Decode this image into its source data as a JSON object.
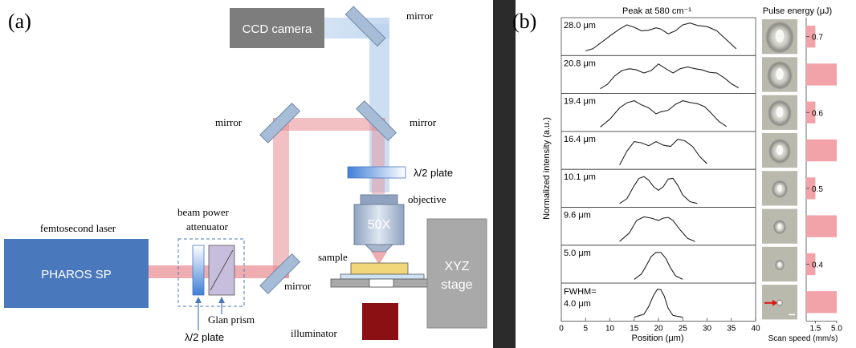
{
  "panel_a": {
    "label": "(a)",
    "laser_name": "femtosecond laser",
    "laser_model": "PHAROS SP",
    "attenuator_label_1": "beam power",
    "attenuator_label_2": "attenuator",
    "glan_prism": "Glan prism",
    "half_wave_bottom": "λ/2 plate",
    "mirror_left": "mirror",
    "mirror_right": "mirror",
    "mirror_top": "mirror",
    "mirror_bottom": "mirror",
    "ccd": "CCD camera",
    "half_wave_right": "λ/2 plate",
    "objective_label": "objective",
    "objective_mag": "50X",
    "sample": "sample",
    "stage_1": "XYZ",
    "stage_2": "stage",
    "illuminator": "illuminator",
    "colors": {
      "laser": "#4a78bd",
      "beam": "#e88a92",
      "ccd": "#7d7d7d",
      "optic": "#a7bcd6",
      "stage": "#a9a9a9",
      "illum": "#8b1014",
      "sample": "#f2d77a"
    }
  },
  "panel_b": {
    "label": "(b)",
    "peak_title": "Peak at 580 cm⁻¹",
    "ylabel": "Normalized intensity (a.u.)",
    "xlabel": "Position (μm)",
    "pulse_title": "Pulse energy (μJ)",
    "scan_label": "Scan speed (mm/s)",
    "fwhm_prefix": "FWHM="
  },
  "chart_data": {
    "type": "line",
    "title": "Peak at 580 cm⁻¹",
    "xlabel": "Position (μm)",
    "ylabel": "Normalized intensity (a.u.)",
    "xlim": [
      0,
      40
    ],
    "x_ticks": [
      "0",
      "5",
      "10",
      "15",
      "20",
      "25",
      "30",
      "35",
      "40"
    ],
    "series": [
      {
        "name": "28.0 μm",
        "x": [
          5,
          6.5,
          8,
          10,
          12,
          13.5,
          15,
          16.5,
          18,
          19.5,
          20.5,
          22,
          23.5,
          25,
          26.5,
          28,
          30,
          32,
          34,
          36
        ],
        "y": [
          0.05,
          0.12,
          0.3,
          0.55,
          0.78,
          0.92,
          0.84,
          0.72,
          0.74,
          0.82,
          0.78,
          0.62,
          0.72,
          0.92,
          0.98,
          0.9,
          0.86,
          0.72,
          0.42,
          0.12
        ]
      },
      {
        "name": "20.8 μm",
        "x": [
          8,
          9.5,
          11,
          12.5,
          14,
          15.5,
          17,
          18.5,
          20,
          21.5,
          23,
          24.5,
          26,
          27.5,
          29,
          30.5,
          32,
          33.5,
          35,
          36.5
        ],
        "y": [
          0.05,
          0.2,
          0.48,
          0.66,
          0.72,
          0.68,
          0.58,
          0.66,
          0.88,
          0.72,
          0.58,
          0.72,
          0.78,
          0.72,
          0.68,
          0.6,
          0.58,
          0.42,
          0.22,
          0.08
        ]
      },
      {
        "name": "19.4 μm",
        "x": [
          8,
          10,
          12,
          13.5,
          15,
          16.5,
          18,
          19.5,
          20.5,
          22,
          23.5,
          25,
          26.5,
          28,
          29.5,
          31,
          32.5,
          34
        ],
        "y": [
          0.04,
          0.3,
          0.68,
          0.85,
          0.92,
          0.78,
          0.68,
          0.48,
          0.55,
          0.6,
          0.8,
          0.92,
          0.86,
          0.82,
          0.72,
          0.48,
          0.22,
          0.06
        ]
      },
      {
        "name": "16.4 μm",
        "x": [
          12,
          13.5,
          15,
          16.5,
          18,
          19.5,
          21,
          22.5,
          24,
          25.5,
          27,
          28.5,
          30
        ],
        "y": [
          0.04,
          0.5,
          0.82,
          0.78,
          0.68,
          0.82,
          0.7,
          0.66,
          0.9,
          0.84,
          0.66,
          0.32,
          0.08
        ]
      },
      {
        "name": "10.1 μm",
        "x": [
          12,
          13.5,
          15,
          16,
          17,
          18,
          19,
          20,
          21,
          22,
          23,
          24,
          25,
          26.5,
          28
        ],
        "y": [
          0.02,
          0.18,
          0.62,
          0.86,
          0.92,
          0.8,
          0.58,
          0.46,
          0.58,
          0.84,
          0.86,
          0.62,
          0.3,
          0.08,
          0.02
        ]
      },
      {
        "name": "9.6 μm",
        "x": [
          12,
          14,
          15.5,
          17,
          18.5,
          20,
          21,
          22,
          23,
          24.5,
          26,
          27.5
        ],
        "y": [
          0.02,
          0.3,
          0.72,
          0.84,
          0.8,
          0.72,
          0.8,
          0.82,
          0.72,
          0.4,
          0.12,
          0.02
        ]
      },
      {
        "name": "5.0 μm",
        "x": [
          15,
          16.5,
          17.5,
          18.5,
          19.5,
          20.5,
          21.5,
          22.5,
          23.5,
          25
        ],
        "y": [
          0.02,
          0.2,
          0.48,
          0.78,
          0.92,
          0.92,
          0.72,
          0.4,
          0.14,
          0.02
        ]
      },
      {
        "name": "4.0 μm",
        "x": [
          15,
          17,
          18,
          19,
          19.8,
          20.5,
          21.2,
          22,
          23,
          25
        ],
        "y": [
          0.02,
          0.12,
          0.38,
          0.76,
          0.96,
          0.94,
          0.72,
          0.32,
          0.08,
          0.02
        ]
      }
    ],
    "pulse_energy_ticks": [
      "0.7",
      "0.6",
      "0.5",
      "0.4"
    ],
    "scan_speed_ticks": [
      "1.5",
      "5.0"
    ],
    "scan_speed": {
      "xlim": [
        0,
        5.0
      ],
      "bars": [
        1.5,
        5.0,
        1.5,
        5.0,
        1.5,
        5.0,
        1.5,
        5.0
      ]
    }
  }
}
